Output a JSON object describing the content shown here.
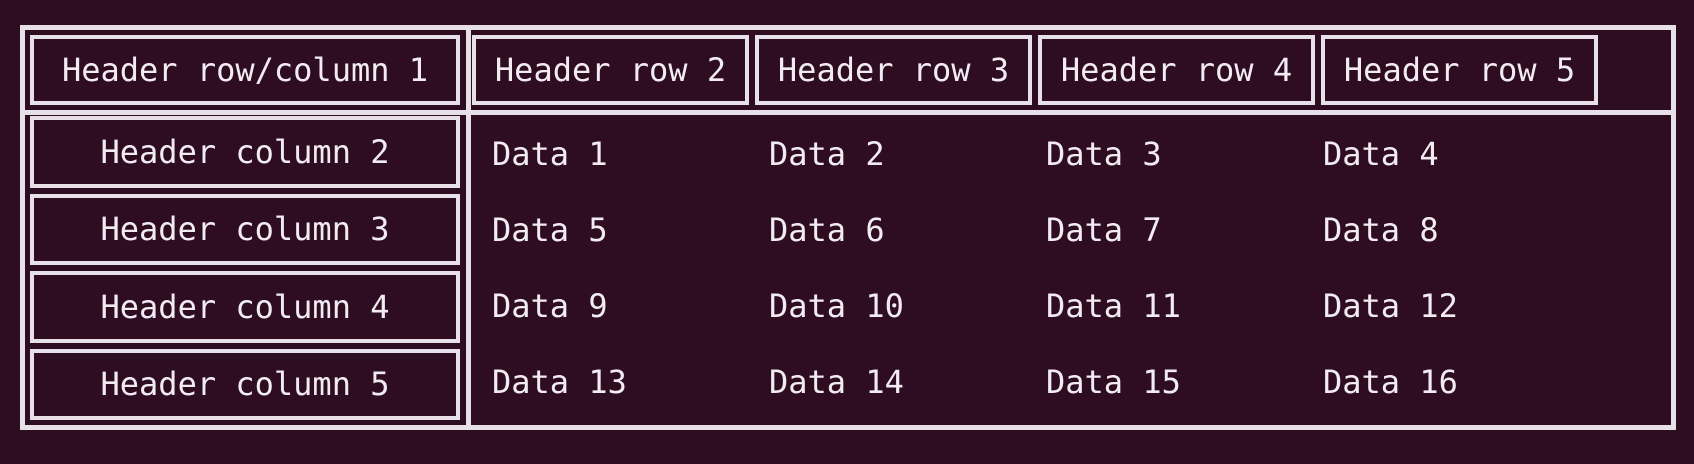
{
  "table": {
    "corner_header": "Header row/column 1",
    "column_headers": [
      "Header row 2",
      "Header row 3",
      "Header row 4",
      "Header row 5"
    ],
    "row_headers": [
      "Header column 2",
      "Header column 3",
      "Header column 4",
      "Header column 5"
    ],
    "rows": [
      [
        "Data 1",
        "Data 2",
        "Data 3",
        "Data 4"
      ],
      [
        "Data 5",
        "Data 6",
        "Data 7",
        "Data 8"
      ],
      [
        "Data 9",
        "Data 10",
        "Data 11",
        "Data 12"
      ],
      [
        "Data 13",
        "Data 14",
        "Data 15",
        "Data 16"
      ]
    ]
  },
  "colors": {
    "background": "#2e0c22",
    "border": "#e8e0e8",
    "text": "#f2ecf2"
  }
}
